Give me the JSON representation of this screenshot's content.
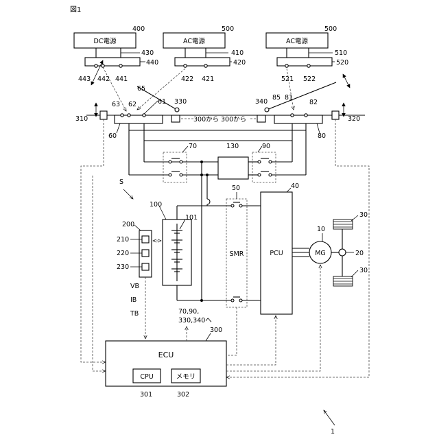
{
  "figure": {
    "title": "図1",
    "ref": "1"
  },
  "sources": {
    "dc400": {
      "label": "DC電源",
      "ref": "400",
      "port_ref": "430",
      "connector_ref": "440",
      "pin_refs": [
        "443",
        "442",
        "441"
      ]
    },
    "ac500a": {
      "label": "AC電源",
      "ref": "500",
      "port_ref": "410",
      "connector_ref": "420",
      "pin_refs": [
        "422",
        "421"
      ]
    },
    "ac500b": {
      "label": "AC電源",
      "ref": "500",
      "port_ref": "510",
      "connector_ref": "520",
      "pin_refs": [
        "521",
        "522"
      ]
    }
  },
  "inlets": {
    "left": {
      "ref": "60",
      "pin_refs": [
        "63",
        "62",
        "61"
      ],
      "lid_ref": "65",
      "lock_ref": "330",
      "sensor_ref": "310",
      "from_text": "300から"
    },
    "right": {
      "ref": "80",
      "pin_refs": [
        "85",
        "81",
        "82"
      ],
      "lock_ref": "340",
      "sensor_ref": "320",
      "from_text": "300から"
    }
  },
  "relays": {
    "r70": "70",
    "r90": "90",
    "smr": "SMR",
    "smr_ref": "50",
    "converter_ref": "130"
  },
  "battery": {
    "ref": "100",
    "cells_ref": "101",
    "path_ref": "S"
  },
  "monitor": {
    "ref": "200",
    "sensor_refs": [
      "210",
      "220",
      "230"
    ],
    "signals": [
      "VB",
      "IB",
      "TB"
    ]
  },
  "pcu": {
    "label": "PCU",
    "ref": "40"
  },
  "motor": {
    "label": "MG",
    "ref": "10",
    "shaft_ref": "20",
    "wheel_refs": [
      "30",
      "30"
    ]
  },
  "ecu": {
    "label": "ECU",
    "ref": "300",
    "cpu_label": "CPU",
    "cpu_ref": "301",
    "mem_label": "メモリ",
    "mem_ref": "302",
    "to_text_1": "70,90,",
    "to_text_2": "330,340へ"
  }
}
